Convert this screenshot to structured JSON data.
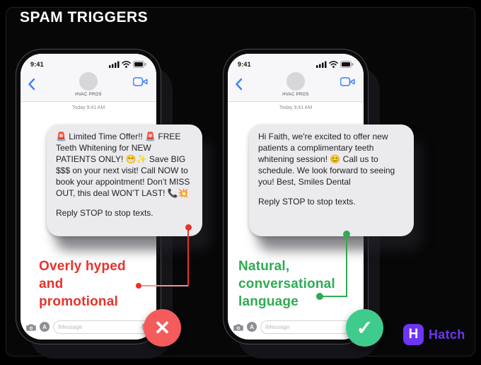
{
  "title": "SPAM TRIGGERS",
  "phone_ui": {
    "status_time": "9:41",
    "contact_name": "HVAC PROS",
    "date_label": "Today 9:41 AM",
    "input_placeholder": "iMessage",
    "appstore_letter": "A"
  },
  "left": {
    "message": "🚨 Limited Time Offer!! 🚨 FREE Teeth Whitening for NEW PATIENTS ONLY! 😁✨ Save BIG $$$ on your next visit! Call NOW to book your appointment! Don’t MISS OUT, this deal WON’T LAST! 📞💥",
    "opt_out": "Reply STOP to stop texts.",
    "annotation": "Overly hyped\nand\npromotional",
    "verdict_glyph": "✕",
    "accent_color": "#e8322b"
  },
  "right": {
    "message": "Hi Faith, we're excited to offer new patients a complimentary teeth whitening session! 😊 Call us to schedule. We look forward to seeing you! Best, Smiles Dental",
    "opt_out": "Reply STOP to stop texts.",
    "annotation": "Natural,\nconversational\nlanguage",
    "verdict_glyph": "✓",
    "accent_color": "#2fab53"
  },
  "brand": {
    "name": "Hatch",
    "mark_letter": "H",
    "color": "#6d35f4"
  }
}
